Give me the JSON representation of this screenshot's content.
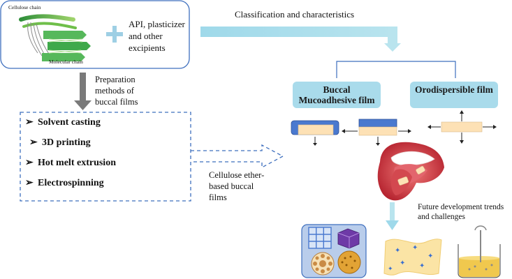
{
  "top_box": {
    "cellulose_label": "Cellulose chain",
    "molecular_label": "Molecular chain",
    "excipients_text": "API, plasticizer and other excipients"
  },
  "classification_label": "Classification and characteristics",
  "preparation_label": "Preparation methods of buccal films",
  "methods": [
    "Solvent casting",
    "3D printing",
    "Hot melt extrusion",
    "Electrospinning"
  ],
  "films": {
    "mucoadhesive": "Buccal Mucoadhesive film",
    "orodispersible": "Orodispersible film"
  },
  "center_label": "Cellulose ether-based buccal films",
  "future_label": "Future development trends and challenges",
  "colors": {
    "box_border": "#3e6fbe",
    "light_blue": "#a9dbeb",
    "film_blue": "#4a79cf",
    "film_peach": "#fde1b5",
    "grey_arrow": "#7a7a7a"
  }
}
